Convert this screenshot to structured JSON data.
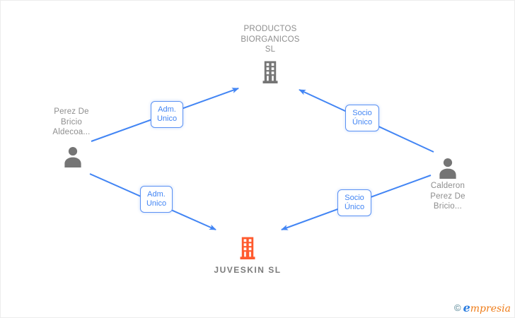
{
  "diagram_type": "corporate-relationship-graph",
  "nodes": {
    "company_top": {
      "kind": "company",
      "name": "PRODUCTOS BIORGANICOS SL",
      "lines": [
        "PRODUCTOS",
        "BIORGANICOS",
        "SL"
      ]
    },
    "company_bottom": {
      "kind": "company",
      "name": "JUVESKIN SL",
      "label": "JUVESKIN SL",
      "highlighted": true
    },
    "person_left": {
      "kind": "person",
      "name": "Perez De Bricio Aldecoa...",
      "lines": [
        "Perez De",
        "Bricio",
        "Aldecoa..."
      ]
    },
    "person_right": {
      "kind": "person",
      "name": "Calderon Perez De Bricio...",
      "lines": [
        "Calderon",
        "Perez De",
        "Bricio..."
      ]
    }
  },
  "edges": {
    "left_top": {
      "from": "person_left",
      "to": "company_top",
      "role": "Adm. Unico",
      "lines": [
        "Adm.",
        "Unico"
      ]
    },
    "left_bottom": {
      "from": "person_left",
      "to": "company_bottom",
      "role": "Adm. Unico",
      "lines": [
        "Adm.",
        "Unico"
      ]
    },
    "right_top": {
      "from": "person_right",
      "to": "company_top",
      "role": "Socio Único",
      "lines": [
        "Socio",
        "Único"
      ]
    },
    "right_bottom": {
      "from": "person_right",
      "to": "company_bottom",
      "role": "Socio Único",
      "lines": [
        "Socio",
        "Único"
      ]
    }
  },
  "colors": {
    "edge_blue": "#4285f4",
    "badge_border_blue": "#5b91f3",
    "icon_gray": "#757575",
    "text_gray": "#8e8e8e",
    "company_highlight_orange": "#ff5a2e",
    "logo_teal": "#4b7e8e",
    "logo_blue": "#2b7de0",
    "logo_orange": "#ef7d1a"
  },
  "footer": {
    "copyright_symbol": "©",
    "brand_e": "e",
    "brand_rest": "mpresia"
  }
}
